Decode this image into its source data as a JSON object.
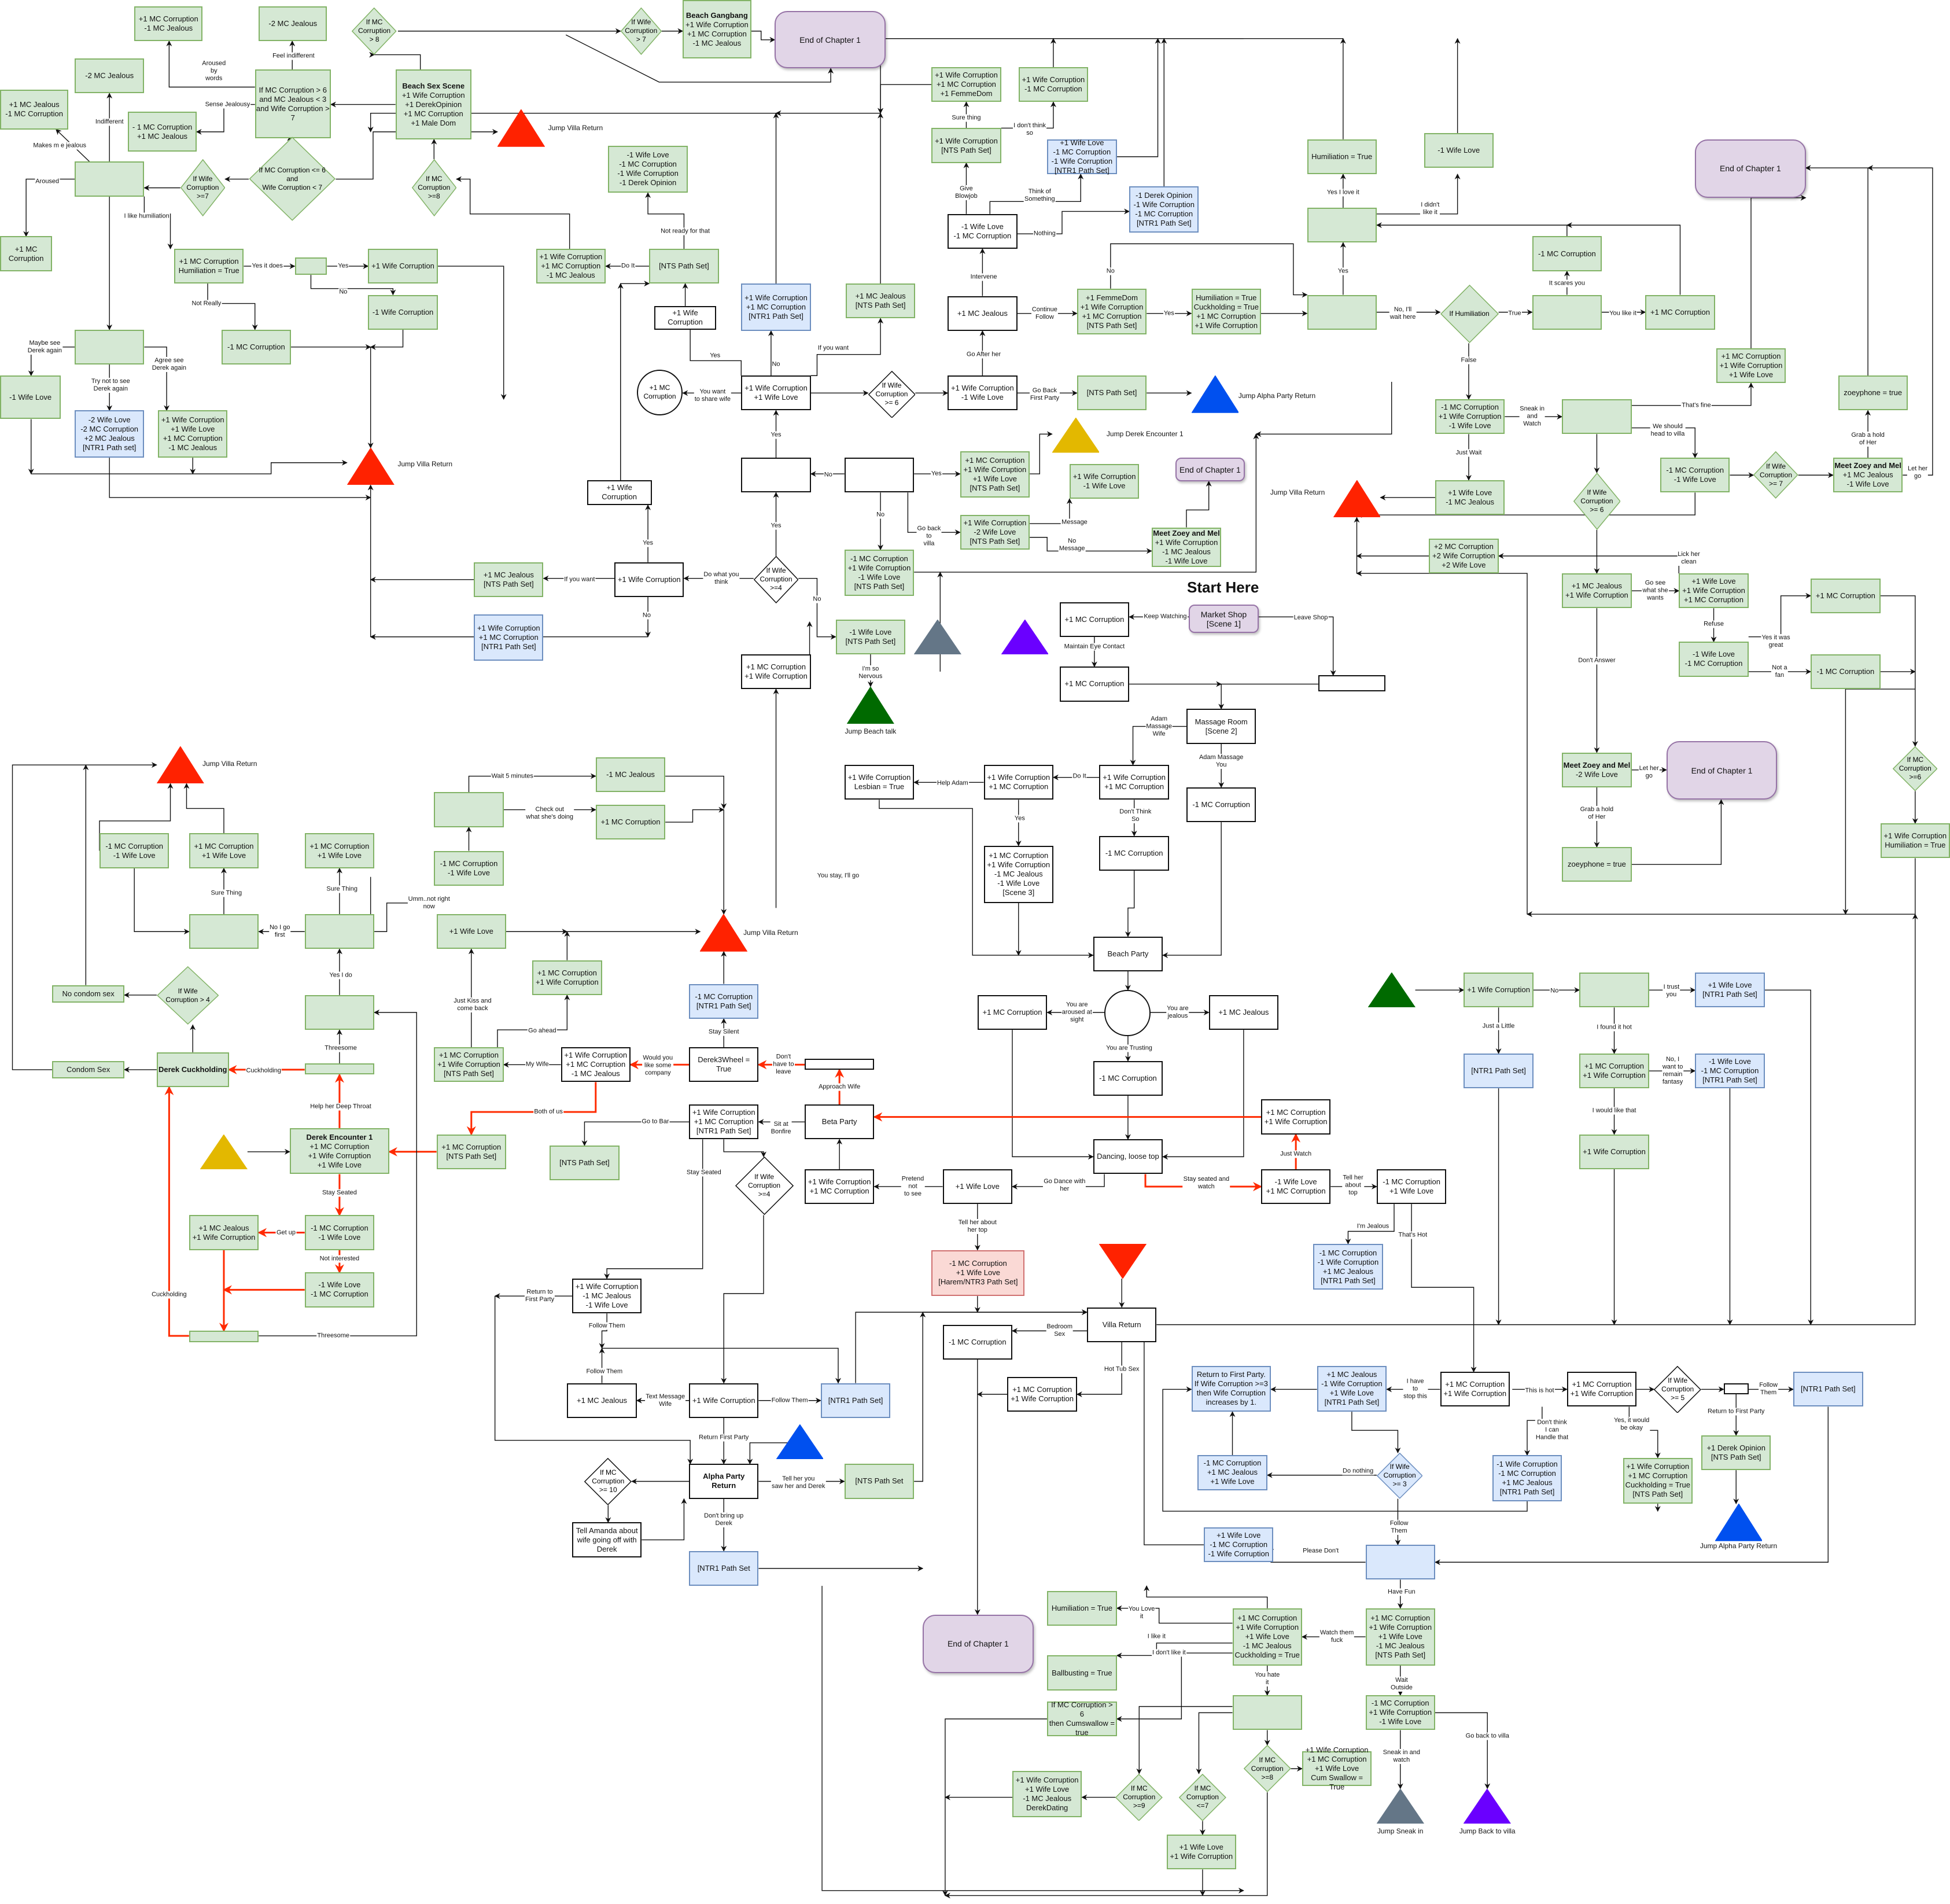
{
  "start_label": "Start Here",
  "colors": {
    "green_fill": "#d5e8d4",
    "green_stroke": "#82b366",
    "blue_fill": "#dae8fc",
    "blue_stroke": "#6c8ebf",
    "pink_fill": "#fad9d5",
    "end_fill": "#e1d5e7",
    "red_arrow": "#ff2a00",
    "jump_red": "#ff2200",
    "jump_blue": "#0050ef",
    "jump_yellow": "#e3b800",
    "jump_green": "#006a00",
    "jump_gray": "#647687",
    "jump_purple": "#6a00ff"
  },
  "nodes": {
    "n1": "+1 MC Corruption\n-1 MC Jealous",
    "n2": "-2 MC Jealous",
    "n3": "If MC\nCorruption\n> 8",
    "n4": "If Wife\nCorruption\n> 7",
    "n5": "Beach Gangbang\n+1 Wife Corruption\n+1 MC Corruption\n-1 MC Jealous",
    "n6": "End of Chapter 1",
    "n7": "-2 MC Jealous",
    "n8": "If MC Corruption > 6\nand MC Jealous < 3\nand Wife Corruption > 7",
    "n9": "Beach Sex Scene\n+1 Wife Corruption\n+1 DerekOpinion\n+1 MC Corruption\n+1 Male Dom",
    "n10": "+1 MC Jealous\n-1 MC Corruption",
    "n11": "- 1 MC Corruption\n+1 MC Jealous",
    "n12": "",
    "n13": "If Wife\nCorruption\n>=7",
    "n14": "If MC Corruption <= 6\nand\nWife Corruption < 7",
    "n15": "If MC\nCorruption\n>=8",
    "n16": "+1 MC\nCorruption",
    "n17": "+1 MC Corruption\nHumiliation = True",
    "n18": "",
    "n19": "+1 Wife Corruption",
    "n20": "-1 Wife Corruption",
    "n21": "-1 MC Corruption",
    "n22": "",
    "n23": "-1 Wife Love",
    "n24": "-2 Wife Love\n-2 MC Corruption\n+2 MC Jealous\n[NTR1 Path set]",
    "n25": "+1 Wife Corruption\n+1 Wife Love\n+1 MC Corruption\n-1 MC Jealous",
    "n26": "-1 Wife Love\n-1 MC Corruption\n-1 Wife Corruption\n-1 Derek Opinion",
    "n27": "+1 Wife Corruption\n+1 MC Corruption\n-1 MC Jealous",
    "n28": "[NTS Path Set]",
    "n29": "+1 Wife Corruption",
    "n30": "+1 Wife Corruption\n+1 MC Corruption\n[NTR1 Path Set]",
    "n31": "+1 MC Jealous\n[NTS Path Set]",
    "n32": "+1 Wife Corruption\n+1 MC Corruption\n+1 FemmeDom",
    "n33": "+1 Wife Corruption\n-1 MC Corruption",
    "n34": "+1 Wife Corruption\n[NTS Path Set]",
    "n35": "+1 Wife Love\n-1 MC Corruption\n-1 Wife Corruption\n[NTR1 Path Set]",
    "n36": "-1 Derek Opinion\n-1 Wife Corruption\n-1 MC Corruption\n[NTR1 Path Set]",
    "n37": "-1 Wife Love\n-1 MC Corruption",
    "n38": "+1 MC Jealous",
    "n39": "+1 FemmeDom\n+1 Wife Corruption\n+1 MC Corruption\n[NTS Path Set]",
    "n40": "Humiliation = True\nCuckholding = True\n+1 MC Corruption\n+1 Wife Corruption",
    "n41": "+1 MC\nCorruption",
    "n42": "+1 Wife Corruption\n+1 Wife Love",
    "n43": "If Wife\nCorruption\n>= 6",
    "n44": "+1 Wife Corruption\n-1 Wife Love",
    "n45": "[NTS Path Set]",
    "n46": "Humiliation = True",
    "n47": "-1 Wife Love",
    "n48": "",
    "n49": "",
    "n50": "If Humiliation",
    "n51": "",
    "n52": "-1 MC Corruption",
    "n53": "+1 MC Corruption",
    "n54": "End of Chapter 1",
    "n55": "+1 MC Corruption\n+1 Wife Corruption\n+1 Wife Love",
    "n56": "zoeyphone = true",
    "n57": "-1 MC Corruption\n+1 Wife Corruption\n-1 Wife Love",
    "n58": "",
    "n59": "-1 MC Corruption\n-1 Wife Love",
    "n60": "If Wife\nCorruption\n>= 7",
    "n61": "Meet Zoey and Mel\n+1 MC Jealous\n-1 Wife Love",
    "n62": "+1 Wife Love\n-1 MC Jealous",
    "n63": "If Wife\nCorruption\n>= 6",
    "n64": "+1 Wife Corruption",
    "n65": "",
    "n66": "",
    "n67": "+1 MC Corruption\n+1 Wife Corruption\n+1 Wife Love\n[NTS Path Set]",
    "n68": "+1 Wife Corruption\n-1 Wife Love",
    "n69": "End of Chapter 1",
    "n70": "-1 MC Corruption\n+1 Wife Corruption\n-1 Wife Love\n[NTS Path Set]",
    "n71": "+1 Wife Corruption\n-2 Wife Love\n[NTS Path Set]",
    "n72": "Meet Zoey and Mel\n+1 Wife Corruption\n-1 MC Jealous\n-1 Wife Love",
    "n73": "+1 MC Jealous\n[NTS Path Set]",
    "n74": "+1 Wife Corruption",
    "n75": "If Wife\nCorruption\n>=4",
    "n76": "-1 Wife Love\n[NTS Path Set]",
    "n77": "+1 Wife Corruption\n+1 MC Corruption\n[NTR1 Path Set]",
    "n78": "+1 MC Corruption\n+1 Wife Corruption",
    "n79": "Market Shop\n[Scene 1]",
    "n80": "+1 MC Corruption",
    "n81": "+1 MC Corruption",
    "n82": "",
    "n83": "+2 MC Corruption\n+2 Wife Corruption\n+2 Wife Love",
    "n84": "+1 MC Jealous\n+1 Wife Corruption",
    "n85": "+1 Wife Love\n+1 Wife Corruption\n+1 MC Corruption",
    "n86": "+1 MC Corruption",
    "n87": "-1 Wife Love\n-1 MC Corruption",
    "n88": "-1 MC Corruption",
    "n89": "Meet Zoey and Mel\n-2 Wife Love",
    "n90": "End of Chapter 1",
    "n91": "zoeyphone = true",
    "n92": "If MC\nCorruption\n>=6",
    "n93": "+1 Wife Corruption\nHumiliation = True",
    "n94": "Massage Room\n[Scene 2]",
    "n95": "+1 Wife Corruption\n+1 MC Corruption",
    "n96": "+1 Wife Corruption\n+1 MC Corruption",
    "n97": "+1 Wife Corruption\nLesbian = True",
    "n98": "-1 MC Corruption",
    "n99": "-1 MC Corruption",
    "n100": "+1 MC Corruption\n+1 Wife Corruption\n-1 MC Jealous\n-1 Wife Love\n[Scene 3]",
    "n101": "Beach Party",
    "n102": "+1 MC Corruption",
    "n103": "",
    "n104": "+1 MC Jealous",
    "n105": "-1 MC Corruption",
    "n106": "Dancing, loose top",
    "n107": "+1 Wife Love",
    "n108": "-1 MC Corruption\n+1 Wife Love\n[Harem/NTR3 Path Set]",
    "n109": "+1 MC Corruption\n+1 Wife Corruption",
    "n110": "-1 Wife Love\n+1 MC Corruption",
    "n111": "-1 MC Corruption\n+1 Wife Love",
    "n112": "-1 MC Corruption\n-1 Wife Corruption\n+1 MC Jealous\n[NTR1 Path Set]",
    "n113": "Beta Party",
    "n114": "+1 Wife Corruption\n+1 MC Corruption",
    "n115": "",
    "n116": "Derek3Wheel = True",
    "n117": "-1 MC Corruption\n[NTR1 Path Set]",
    "n118": "+1 Wife Corruption\n+1 MC Corruption\n[NTR1 Path Set]",
    "n119": "If Wife\nCorruption\n>=4",
    "n120": "[NTS Path Set]",
    "n121": "+1 Wife Corruption\n+1 MC Corruption\n-1 MC Jealous",
    "n122": "+1 MC Corruption\n+1 Wife Corruption\n[NTS Path Set]",
    "n123": "+1 MC Corruption\n[NTS Path Set]",
    "n124": "-1 MC Jealous",
    "n125": "+1 MC Corruption",
    "n126": "",
    "n127": "-1 MC Corruption\n-1 Wife Love",
    "n128": "+1 Wife Love",
    "n129": "+1 MC Corruption\n+1 Wife Corruption",
    "n130": "-1 MC Corruption\n-1 Wife Love",
    "n131": "+1 MC Corruption\n+1 Wife Love",
    "n132": "+1 MC Corruption\n+1 Wife Love",
    "n133": "",
    "n134": "",
    "n135": "",
    "n136": "If Wife\nCorruption > 4",
    "n137": "No condom sex",
    "n138": "Condom Sex",
    "n139": "Derek Cuckholding",
    "n140": "",
    "n141": "Derek Encounter 1\n+1 MC Corruption\n+1 Wife Corruption\n+1 Wife Love",
    "n142": "+1 MC Jealous\n+1 Wife Corruption",
    "n143": "-1 MC Corruption\n-1 Wife Love",
    "n144": "-1 Wife Love\n-1 MC Corruption",
    "n145": "",
    "n146": "+1 Wife Corruption\n-1 MC Jealous\n-1 Wife Love",
    "n147": "+1 MC Jealous",
    "n148": "+1 Wife Corruption",
    "n149": "[NTR1 Path Set]",
    "n150": "Alpha Party Return",
    "n151": "If MC\nCorruption\n>= 10",
    "n152": "Tell Amanda about\nwife going off with\nDerek",
    "n153": "[NTS Path Set",
    "n154": "[NTR1 Path Set",
    "n155": "Villa Return",
    "n156": "-1 MC Corruption",
    "n157": "+1 MC Corruption\n+1 Wife Corruption",
    "n158": "End of Chapter 1",
    "n159": "+1 Wife Corruption",
    "n160": "",
    "n161": "+1 Wife Love\n[NTR1 Path Set]",
    "n162": "[NTR1 Path Set]",
    "n163": "+1 MC Corruption\n+1 Wife Corruption",
    "n164": "-1 Wife Love\n-1 MC Corruption\n[NTR1 Path Set]",
    "n165": "+1 Wife Corruption",
    "n166": "Return to First Party.\nIf Wife Corruption >=3\nthen Wife Corruption\nincreases by 1.",
    "n167": "+1 MC Jealous\n-1 Wife Corruption\n+1 Wife Love\n[NTR1 Path Set]",
    "n168": "+1 MC Corruption\n+1 Wife Corruption",
    "n169": "+1 MC Corruption\n+1 Wife Corruption",
    "n170": "If Wife\nCorruption\n>= 5",
    "n171": "",
    "n172": "[NTR1 Path Set]",
    "n173": "-1 MC Corruption\n+1 MC Jealous\n+1 Wife Love",
    "n174": "If Wife\nCorruption\n>= 3",
    "n175": "-1 Wife Corruption\n-1 MC Corruption\n+1 MC Jealous\n[NTR1 Path Set]",
    "n176": "+1 Wife Corruption\n+1 MC Corruption\nCuckholding = True\n[NTS Path Set]",
    "n177": "+1 Derek Opinion\n[NTS Path Set]",
    "n178": "+1 Wife Love\n-1 MC Corruption\n-1 Wife Corruption",
    "n179": "",
    "n180": "Humiliation = True",
    "n181": "+1 MC Corruption\n+1 Wife Corruption\n+1 Wife Love\n-1 MC Jealous\nCuckholding = True",
    "n182": "+1 MC Corruption\n+1 Wife Corruption\n+1 Wife Love\n-1 MC Jealous\n[NTS Path Set]",
    "n183": "Ballbusting = True",
    "n184": "",
    "n185": "-1 MC Corruption\n+1 Wife Corruption\n-1 Wife Love",
    "n186": "If MC Corruption > 6\nthen Cumswallow =\ntrue",
    "n187": "+1 Wife Corruption\n+1 Wife Love\n-1 MC Jealous\nDerekDating",
    "n188": "If MC\nCorruption\n>=9",
    "n189": "If MC\nCorruption\n<=7",
    "n190": "If MC\nCorruption\n>=8",
    "n191": "+1 Wife Corruption\n+1 MC Corruption\n+1 Wife Love\nCum Swallow = True",
    "n192": "+1 Wife Love\n+1 Wife Corruption"
  },
  "jumps": {
    "j1": "Jump Villa Return",
    "j2": "Jump Villa Return",
    "j3": "Jump Alpha Party Return",
    "j4": "Jump Derek Encounter 1",
    "j5": "Jump Villa Return",
    "j6": "Jump Beach talk",
    "j7": "Jump Villa Return",
    "j8": "Jump Villa Return",
    "j9": "Jump Alpha Party Return",
    "j10": "Jump Sneak in",
    "j11": "Jump Back to villa"
  },
  "edge_labels": {
    "e1": "Aroused\nby\nwords",
    "e2": "Feel indifferent",
    "e3": "Sense Jealousy",
    "e4": "Indifferent",
    "e5": "Makes m e jealous",
    "e6": "Aroused",
    "e7": "I like humiliation",
    "e8": "Yes it does",
    "e9": "Yes",
    "e10": "No",
    "e11": "Not Really",
    "e12": "Maybe see\nDerek again",
    "e13": "Try not to see\nDerek again",
    "e14": "Agree see\nDerek again",
    "e15": "Do It",
    "e16": "Not ready for that",
    "e17": "Yes",
    "e18": "No",
    "e19": "If you want",
    "e20": "You want\nto share wife",
    "e21": "Yes",
    "e22": "Sure thing",
    "e23": "I don't think\nso",
    "e24": "Give\nBlowjob",
    "e25": "Think of\nSomething",
    "e26": "Nothing",
    "e27": "Intervene",
    "e28": "Continue\nFollow",
    "e29": "Yes",
    "e30": "No",
    "e31": "Go After her",
    "e32": "Go Back\nFirst Party",
    "e33": "Yes I love it",
    "e34": "I didn't\nlike it",
    "e35": "Yes",
    "e36": "No, I'll\nwait here",
    "e37": "True",
    "e38": "It scares you",
    "e39": "You like it",
    "e40": "False",
    "e41": "Sneak in\nand\nWatch",
    "e42": "Just Wait",
    "e43": "That's fine",
    "e44": "We should\nhead to villa",
    "e45": "Grab a hold\nof Her",
    "e46": "Let her\ngo",
    "e47": "No",
    "e48": "Yes",
    "e49": "No",
    "e50": "Go back\nto\nvilla",
    "e51": "Message",
    "e52": "No\nMessage",
    "e53": "Sneak in and Watch",
    "e54": "Yes",
    "e55": "Yes",
    "e56": "Do what you\nthink",
    "e57": "If you want",
    "e58": "No",
    "e59": "No",
    "e60": "I'm so\nNervous",
    "e61": "Keep Watching",
    "e62": "Leave Shop",
    "e63": "Maintain Eye Contact",
    "e64": "Lick her\nclean",
    "e65": "Go see\nwhat she\nwants",
    "e66": "Refuse",
    "e67": "Yes it was\ngreat",
    "e68": "Not a\nfan",
    "e69": "Don't Answer",
    "e70": "Let her\ngo",
    "e71": "Grab a hold\nof Her",
    "e72": "Adam\nMassage\nWife",
    "e73": "Adam Massage\nYou",
    "e74": "Do It",
    "e75": "Help Adam",
    "e76": "Yes",
    "e77": "Don't Think\nSo",
    "e78": "You stay, I'll go",
    "e79": "You are\naroused at\nsight",
    "e80": "You are\njealous",
    "e81": "You are Trusting",
    "e82": "Go Dance with\nher",
    "e83": "Stay seated and\nwatch",
    "e84": "Just Watch",
    "e85": "Tell her\nabout\ntop",
    "e86": "Pretend\nnot\nto see",
    "e87": "Tell her about\nher top",
    "e88": "I'm Jealous",
    "e89": "That's Hot",
    "e90": "Approach Wife",
    "e91": "Don't\nhave to\nleave",
    "e92": "Stay Silent",
    "e93": "Would you\nlike some\ncompany",
    "e94": "Sit at\nBonfire",
    "e95": "Go to Bar",
    "e96": "Stay Seated",
    "e97": "My Wife",
    "e98": "Both of us",
    "e99": "Go ahead",
    "e100": "Just Kiss and\ncome back",
    "e101": "Wait 5 minutes",
    "e102": "Check out\nwhat she's doing",
    "e103": "Umm..not right\nnow",
    "e104": "Umm..not right\nnow",
    "e105": "No I go\nfirst",
    "e106": "Sure Thing",
    "e107": "Sure Thing",
    "e108": "Yes I do",
    "e109": "Threesome",
    "e110": "Cuckholding",
    "e111": "Help her Deep Throat",
    "e112": "Stay Seated",
    "e113": "Get up",
    "e114": "Not interested",
    "e115": "Cuckholding",
    "e116": "Threesome",
    "e117": "Return to\nFirst Party",
    "e118": "Follow Them",
    "e119": "Follow Them",
    "e120": "Text Message\nWife",
    "e121": "Follow Them",
    "e122": "Return First Party",
    "e123": "Tell her you\nsaw her and Derek",
    "e124": "Don't bring up\nDerek",
    "e125": "Bedroom\nSex",
    "e126": "Hot Tub Sex",
    "e127": "No",
    "e128": "I trust\nyou",
    "e129": "Just a Little",
    "e130": "I found it hot",
    "e131": "No, I\nwant to\nremain\nfantasy",
    "e132": "I would like that",
    "e133": "I have\nto\nstop this",
    "e134": "This is hot",
    "e135": "Don't think\nI can\nHandle that",
    "e136": "Yes, it would\nbe okay",
    "e137": "Follow\nThem",
    "e138": "Return to First Party",
    "e139": "Do nothing",
    "e140": "Follow\nThem",
    "e141": "Please Don't",
    "e142": "Have Fun",
    "e143": "Watch them\nfuck",
    "e144": "You Love\nit",
    "e145": "I like it",
    "e146": "I don't like it",
    "e147": "You hate\nit",
    "e148": "Wait\nOutside",
    "e149": "Sneak in and\nwatch",
    "e150": "Go back to villa"
  }
}
